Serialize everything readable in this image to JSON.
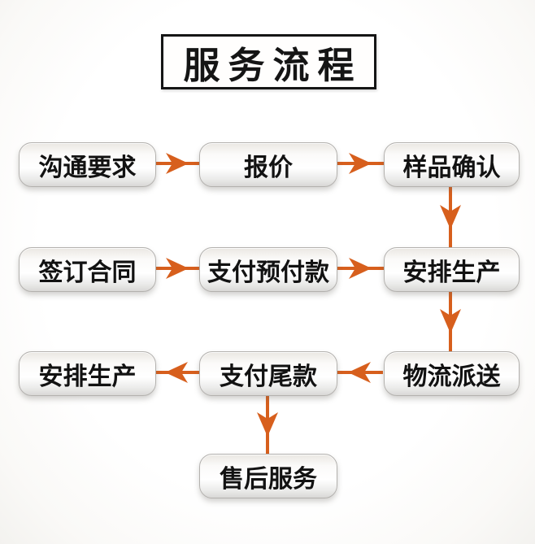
{
  "title": "服务流程",
  "colors": {
    "arrow": "#d75f1d",
    "title_text": "#151515",
    "node_text": "#121212",
    "node_border": "#b3b1ae",
    "background": "#fdfcfb"
  },
  "nodes": [
    {
      "id": "communicate-requirements",
      "label": "沟通要求"
    },
    {
      "id": "quotation",
      "label": "报价"
    },
    {
      "id": "sample-confirmation",
      "label": "样品确认"
    },
    {
      "id": "sign-contract",
      "label": "签订合同"
    },
    {
      "id": "pay-advance",
      "label": "支付预付款"
    },
    {
      "id": "arrange-production",
      "label": "安排生产"
    },
    {
      "id": "arrange-production-2",
      "label": "安排生产"
    },
    {
      "id": "pay-balance",
      "label": "支付尾款"
    },
    {
      "id": "logistics-delivery",
      "label": "物流派送"
    },
    {
      "id": "after-sales-service",
      "label": "售后服务"
    }
  ],
  "edges": [
    {
      "from": "communicate-requirements",
      "to": "quotation"
    },
    {
      "from": "quotation",
      "to": "sample-confirmation"
    },
    {
      "from": "sample-confirmation",
      "to": "arrange-production"
    },
    {
      "from": "sign-contract",
      "to": "pay-advance"
    },
    {
      "from": "pay-advance",
      "to": "arrange-production"
    },
    {
      "from": "arrange-production",
      "to": "logistics-delivery"
    },
    {
      "from": "logistics-delivery",
      "to": "pay-balance"
    },
    {
      "from": "pay-balance",
      "to": "arrange-production-2"
    },
    {
      "from": "pay-balance",
      "to": "after-sales-service"
    }
  ]
}
